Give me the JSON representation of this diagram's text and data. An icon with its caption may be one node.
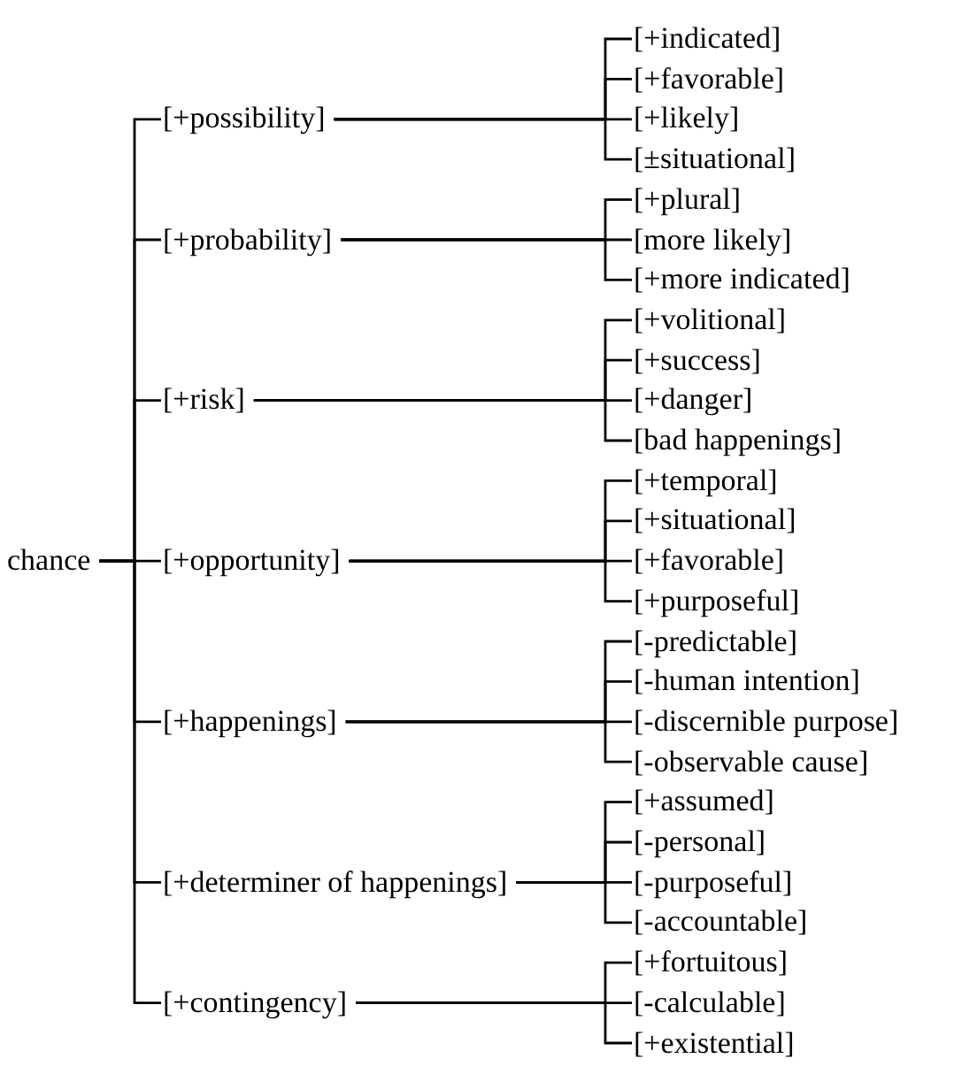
{
  "diagram": {
    "nodes": [
      {
        "text": [
          "chance"
        ]
      },
      {
        "text": [
          "[+possibility]"
        ]
      },
      {
        "text": [
          "[+indicated]"
        ]
      },
      {
        "text": [
          "[+favorable]"
        ]
      },
      {
        "text": [
          "[+likely]"
        ]
      },
      {
        "text": [
          "[±situational]"
        ]
      },
      {
        "text": [
          "[+probability]"
        ]
      },
      {
        "text": [
          "[+plural]"
        ]
      },
      {
        "text": [
          "[more likely]"
        ]
      },
      {
        "text": [
          "[+more indicated]"
        ]
      },
      {
        "text": [
          "[+risk]"
        ]
      },
      {
        "text": [
          "[+volitional]"
        ]
      },
      {
        "text": [
          "[+success]"
        ]
      },
      {
        "text": [
          "[+danger]"
        ]
      },
      {
        "text": [
          "[bad happenings]"
        ]
      },
      {
        "text": [
          "[+opportunity]"
        ]
      },
      {
        "text": [
          "[+temporal]"
        ]
      },
      {
        "text": [
          "[+situational]"
        ]
      },
      {
        "text": [
          "[+favorable]"
        ]
      },
      {
        "text": [
          "[+purposeful]"
        ]
      },
      {
        "text": [
          "[+happenings]"
        ]
      },
      {
        "text": [
          "[-predictable]"
        ]
      },
      {
        "text": [
          "[-human intention]"
        ]
      },
      {
        "text": [
          "[-discernible purpose]"
        ]
      },
      {
        "text": [
          "[-observable cause]"
        ]
      },
      {
        "text": [
          "[+determiner of happenings]"
        ]
      },
      {
        "text": [
          "[+assumed]"
        ]
      },
      {
        "text": [
          "[-personal]"
        ]
      },
      {
        "text": [
          "[-purposeful]"
        ]
      },
      {
        "text": [
          "[-accountable]"
        ]
      },
      {
        "text": [
          "[+contingency]"
        ]
      },
      {
        "text": [
          "[+fortuitous]"
        ]
      },
      {
        "text": [
          "[-calculable]"
        ]
      },
      {
        "text": [
          "[+existential]"
        ]
      }
    ],
    "edges": [
      {
        "from": 0,
        "to": 1,
        "arrow": "none"
      },
      {
        "from": 0,
        "to": 6,
        "arrow": "none"
      },
      {
        "from": 0,
        "to": 10,
        "arrow": "none"
      },
      {
        "from": 0,
        "to": 15,
        "arrow": "none"
      },
      {
        "from": 0,
        "to": 20,
        "arrow": "none"
      },
      {
        "from": 0,
        "to": 25,
        "arrow": "none"
      },
      {
        "from": 0,
        "to": 30,
        "arrow": "none"
      },
      {
        "from": 1,
        "to": 2,
        "arrow": "none"
      },
      {
        "from": 1,
        "to": 3,
        "arrow": "none"
      },
      {
        "from": 1,
        "to": 4,
        "arrow": "none"
      },
      {
        "from": 1,
        "to": 5,
        "arrow": "none"
      },
      {
        "from": 6,
        "to": 7,
        "arrow": "none"
      },
      {
        "from": 6,
        "to": 8,
        "arrow": "none"
      },
      {
        "from": 6,
        "to": 9,
        "arrow": "none"
      },
      {
        "from": 10,
        "to": 11,
        "arrow": "none"
      },
      {
        "from": 10,
        "to": 12,
        "arrow": "none"
      },
      {
        "from": 10,
        "to": 13,
        "arrow": "none"
      },
      {
        "from": 10,
        "to": 14,
        "arrow": "none"
      },
      {
        "from": 15,
        "to": 16,
        "arrow": "none"
      },
      {
        "from": 15,
        "to": 17,
        "arrow": "none"
      },
      {
        "from": 15,
        "to": 18,
        "arrow": "none"
      },
      {
        "from": 15,
        "to": 19,
        "arrow": "none"
      },
      {
        "from": 20,
        "to": 21,
        "arrow": "none"
      },
      {
        "from": 20,
        "to": 22,
        "arrow": "none"
      },
      {
        "from": 20,
        "to": 23,
        "arrow": "none"
      },
      {
        "from": 20,
        "to": 24,
        "arrow": "none"
      },
      {
        "from": 25,
        "to": 26,
        "arrow": "none"
      },
      {
        "from": 25,
        "to": 27,
        "arrow": "none"
      },
      {
        "from": 25,
        "to": 28,
        "arrow": "none"
      },
      {
        "from": 25,
        "to": 29,
        "arrow": "none"
      },
      {
        "from": 30,
        "to": 31,
        "arrow": "none"
      },
      {
        "from": 30,
        "to": 32,
        "arrow": "none"
      },
      {
        "from": 30,
        "to": 33,
        "arrow": "none"
      }
    ]
  }
}
